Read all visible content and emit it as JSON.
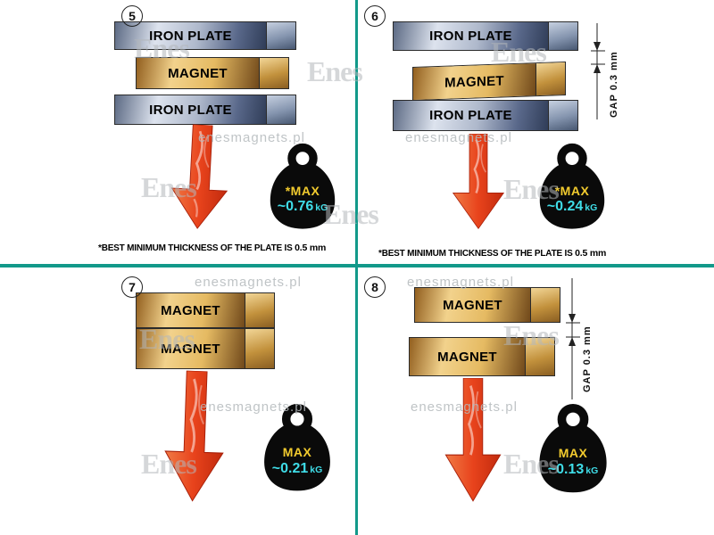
{
  "dividers": {
    "color": "#12998a"
  },
  "watermark": {
    "site": "enesmagnets.pl",
    "brand": "Enes"
  },
  "panel5": {
    "number": "5",
    "plate_top": "IRON PLATE",
    "magnet": "MAGNET",
    "plate_bottom": "IRON PLATE",
    "weight": {
      "max": "*MAX",
      "value": "~0.76",
      "unit": "kG"
    },
    "footnote": {
      "text": "*BEST MINIMUM THICKNESS OF THE PLATE IS",
      "value": "0.5 mm"
    }
  },
  "panel6": {
    "number": "6",
    "plate_top": "IRON PLATE",
    "magnet": "MAGNET",
    "plate_bottom": "IRON PLATE",
    "gap": "GAP  0.3 mm",
    "weight": {
      "max": "*MAX",
      "value": "~0.24",
      "unit": "kG"
    },
    "footnote": {
      "text": "*BEST MINIMUM THICKNESS OF THE PLATE IS",
      "value": "0.5 mm"
    }
  },
  "panel7": {
    "number": "7",
    "magnet_top": "MAGNET",
    "magnet_bottom": "MAGNET",
    "weight": {
      "max": "MAX",
      "value": "~0.21",
      "unit": "kG"
    }
  },
  "panel8": {
    "number": "8",
    "magnet_top": "MAGNET",
    "magnet_bottom": "MAGNET",
    "gap": "GAP  0.3 mm",
    "weight": {
      "max": "MAX",
      "value": "~0.13",
      "unit": "kG"
    }
  }
}
